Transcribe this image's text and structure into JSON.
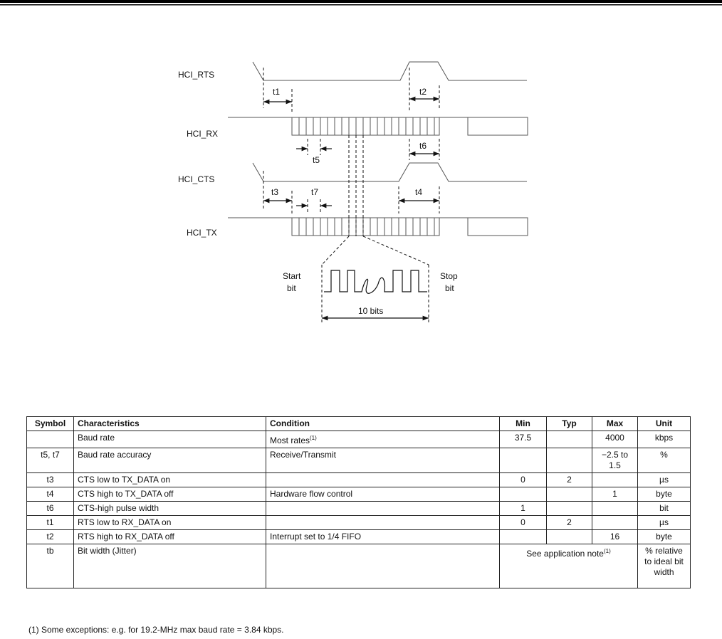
{
  "diagram": {
    "signals": [
      "HCI_RTS",
      "HCI_RX",
      "HCI_CTS",
      "HCI_TX"
    ],
    "timings": [
      "t1",
      "t2",
      "t5",
      "t6",
      "t3",
      "t7",
      "t4"
    ],
    "start_bit": [
      "Start",
      "bit"
    ],
    "stop_bit": [
      "Stop",
      "bit"
    ],
    "bits_label": "10 bits"
  },
  "table": {
    "headers": [
      "Symbol",
      "Characteristics",
      "Condition",
      "Min",
      "Typ",
      "Max",
      "Unit"
    ],
    "rows": [
      {
        "symbol": "",
        "characteristic": "Baud rate",
        "condition": "Most rates",
        "condition_note": "(1)",
        "min": "37.5",
        "typ": "",
        "max": "4000",
        "unit": "kbps"
      },
      {
        "symbol": "t5, t7",
        "characteristic": "Baud rate accuracy",
        "condition": "Receive/Transmit",
        "min": "",
        "typ": "",
        "max": "−2.5 to 1.5",
        "unit": "%"
      },
      {
        "symbol": "t3",
        "characteristic": "CTS low to TX_DATA on",
        "condition": "",
        "min": "0",
        "typ": "2",
        "max": "",
        "unit": "µs"
      },
      {
        "symbol": "t4",
        "characteristic": "CTS high to TX_DATA off",
        "condition": "Hardware flow control",
        "min": "",
        "typ": "",
        "max": "1",
        "unit": "byte"
      },
      {
        "symbol": "t6",
        "characteristic": "CTS-high pulse width",
        "condition": "",
        "min": "1",
        "typ": "",
        "max": "",
        "unit": "bit"
      },
      {
        "symbol": "t1",
        "characteristic": "RTS low to RX_DATA on",
        "condition": "",
        "min": "0",
        "typ": "2",
        "max": "",
        "unit": "µs"
      },
      {
        "symbol": "t2",
        "characteristic": "RTS high to RX_DATA off",
        "condition": "Interrupt set to 1/4 FIFO",
        "min": "",
        "typ": "",
        "max": "16",
        "unit": "byte"
      },
      {
        "symbol": "tb",
        "characteristic": "Bit width (Jitter)",
        "condition": "",
        "merged": "See application note",
        "merged_note": "(1)",
        "unit": "% relative to ideal bit width"
      }
    ]
  },
  "footnote": "(1)   Some exceptions: e.g. for 19.2-MHz max baud rate = 3.84 kbps."
}
